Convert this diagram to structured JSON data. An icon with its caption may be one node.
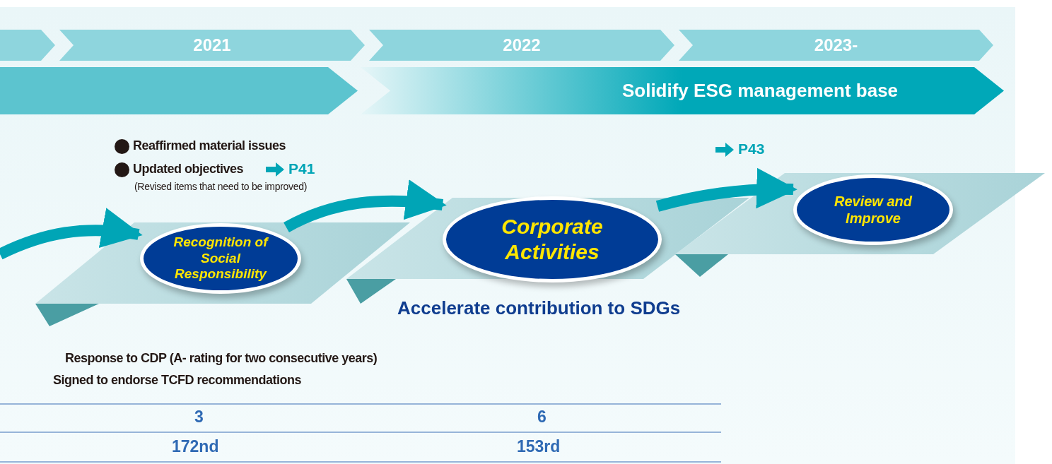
{
  "diagram": {
    "nodes": [
      {
        "text": [],
        "shape": "box"
      },
      {
        "text": [
          "2021"
        ]
      },
      {
        "text": [
          "2022"
        ]
      },
      {
        "text": [
          "2023-"
        ]
      },
      {
        "text": [],
        "shape": "box"
      },
      {
        "text": [
          "Solidify ESG management base"
        ]
      },
      {
        "text": [
          "Recognition of Social Responsibility"
        ]
      },
      {
        "text": [
          "Corporate Activities"
        ]
      },
      {
        "text": [
          "Review and Improve"
        ]
      }
    ],
    "edges": [
      {
        "from": null,
        "to": 6,
        "arrow": "to"
      },
      {
        "from": 6,
        "to": 7,
        "arrow": "to"
      },
      {
        "from": 7,
        "to": 8,
        "arrow": "to"
      }
    ],
    "labels": [
      "Reaffirmed material issues",
      "Updated objectives",
      "P41",
      "(Revised items that need to be improved)",
      "P43",
      "Accelerate contribution to SDGs",
      "Response to CDP (A- rating for two consecutive years)",
      "Signed to endorse TCFD recommendations",
      "3",
      "6",
      "172nd",
      "153rd"
    ]
  }
}
